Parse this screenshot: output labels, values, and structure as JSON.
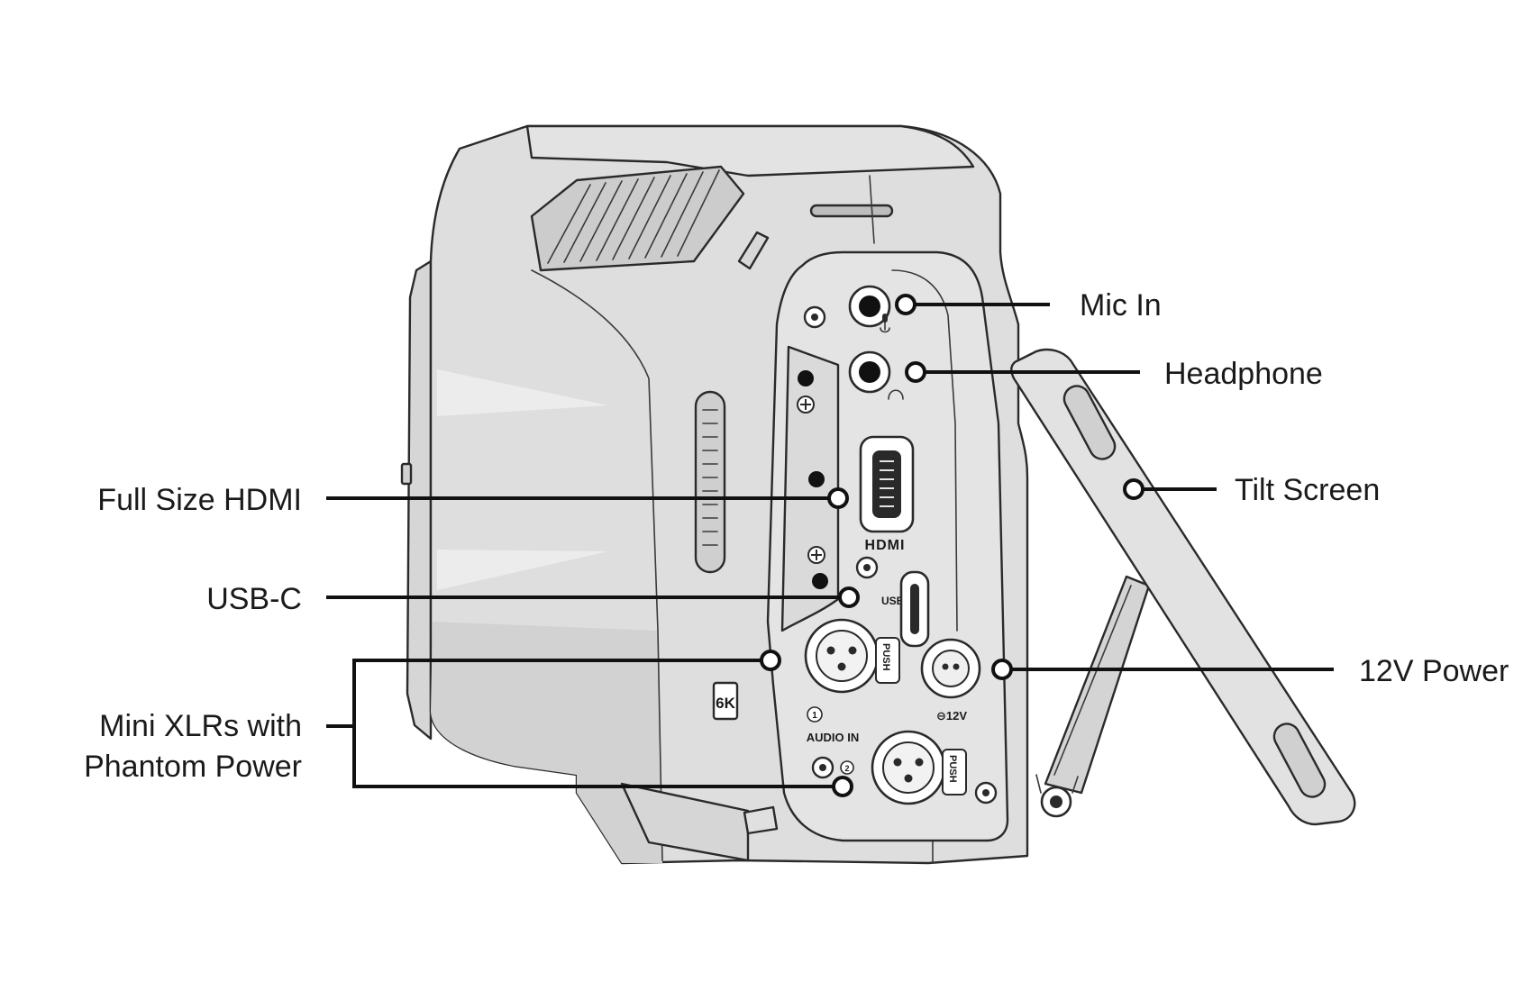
{
  "callouts": {
    "mic_in": "Mic In",
    "headphone": "Headphone",
    "tilt_screen": "Tilt Screen",
    "full_size_hdmi": "Full Size HDMI",
    "usb_c": "USB-C",
    "power_12v": "12V Power",
    "mini_xlr_line1": "Mini XLRs with",
    "mini_xlr_line2": "Phantom Power"
  },
  "port_markings": {
    "hdmi": "HDMI",
    "usb": "USB",
    "push_1": "PUSH",
    "push_2": "PUSH",
    "power_12v": "⊖12V",
    "audio_in": "AUDIO IN",
    "channel_1": "1",
    "channel_2": "2",
    "model_badge": "6K"
  },
  "colors": {
    "body_fill": "#dedede",
    "body_shadow": "#cfcfcf",
    "highlight": "#eeeeee",
    "panel_fill": "#e4e4e4",
    "line": "#111111"
  }
}
